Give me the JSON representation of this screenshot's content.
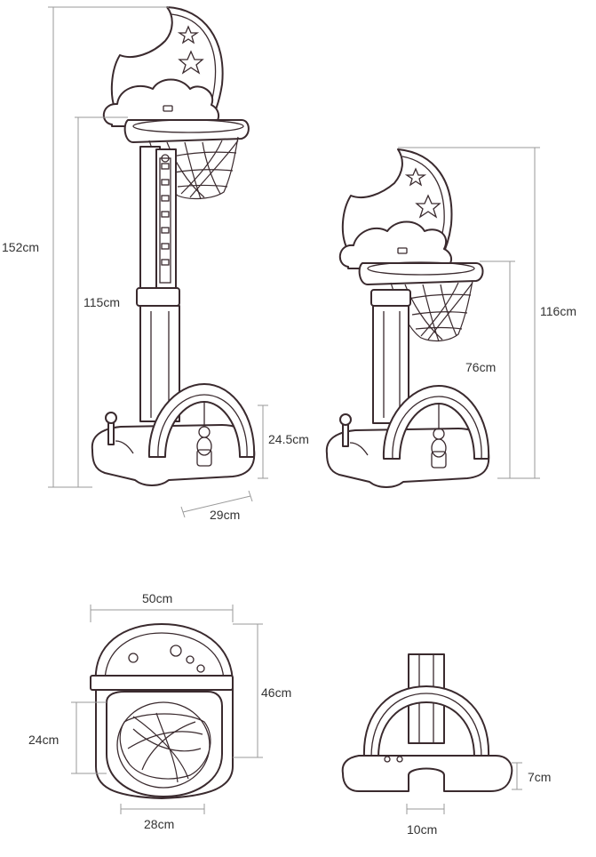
{
  "dimensions": {
    "total_height_max": "152cm",
    "hoop_height_max": "115cm",
    "arch_height": "24.5cm",
    "base_depth": "29cm",
    "total_height_min": "116cm",
    "hoop_height_min": "76cm",
    "top_width": "50cm",
    "top_depth": "46cm",
    "rim_depth": "24cm",
    "rim_width": "28cm",
    "base_height": "7cm",
    "pole_width": "10cm"
  },
  "colors": {
    "outline": "#3a2a2e",
    "dimension_line": "#9a9a9a",
    "label": "#333333"
  },
  "icons": [
    "star-icon",
    "moon-icon",
    "cloud-icon"
  ]
}
